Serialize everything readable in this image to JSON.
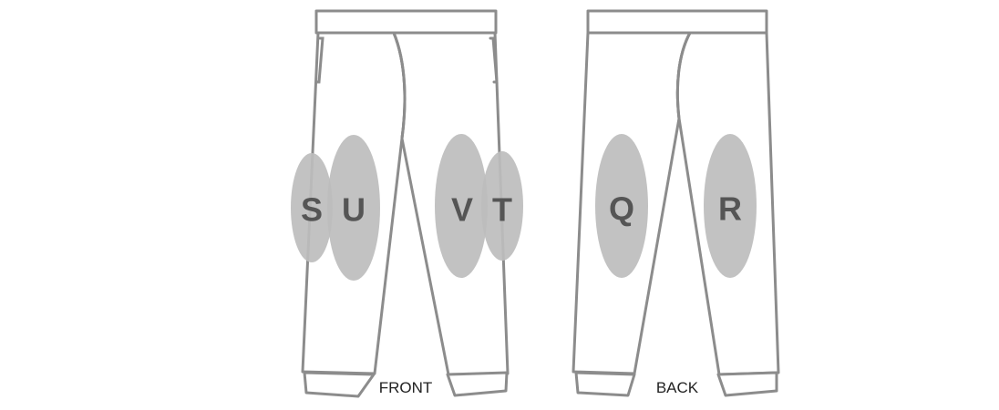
{
  "views": {
    "front": {
      "label": "FRONT"
    },
    "back": {
      "label": "BACK"
    }
  },
  "zones": {
    "front": [
      "S",
      "U",
      "V",
      "T"
    ],
    "back": [
      "Q",
      "R"
    ]
  },
  "colors": {
    "outline": "#8c8c8c",
    "zone_fill": "#bdbdbd",
    "zone_label": "#555555",
    "view_label": "#222222"
  }
}
